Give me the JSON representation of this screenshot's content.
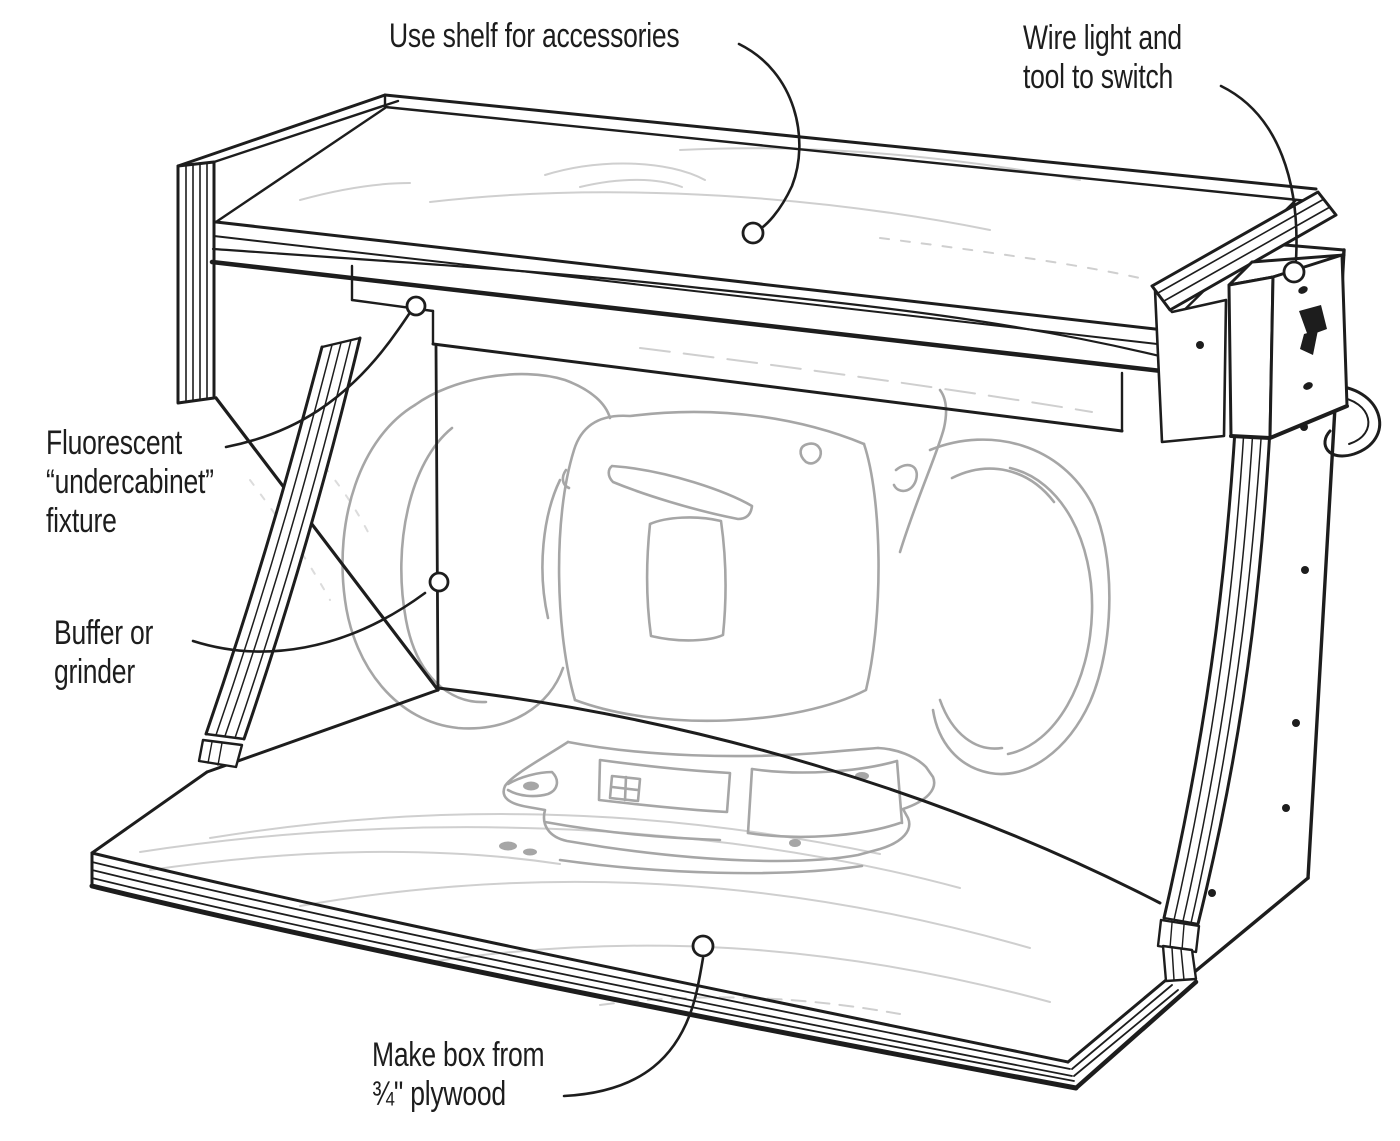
{
  "illustration": {
    "subject": "wall-mounted grinder station cutaway drawing",
    "colors": {
      "ink": "#1d1d1d",
      "ghost_gray": "#a6a6a6",
      "wood_grain": "#cfcfcf",
      "paper": "#ffffff"
    }
  },
  "labels": {
    "use_shelf": "Use shelf for accessories",
    "wire_switch": "Wire light and\ntool to switch",
    "fluorescent": "Fluorescent\n“undercabinet”\nfixture",
    "buffer_grinder": "Buffer or\ngrinder",
    "make_box": "Make box from\n¾\" plywood"
  }
}
